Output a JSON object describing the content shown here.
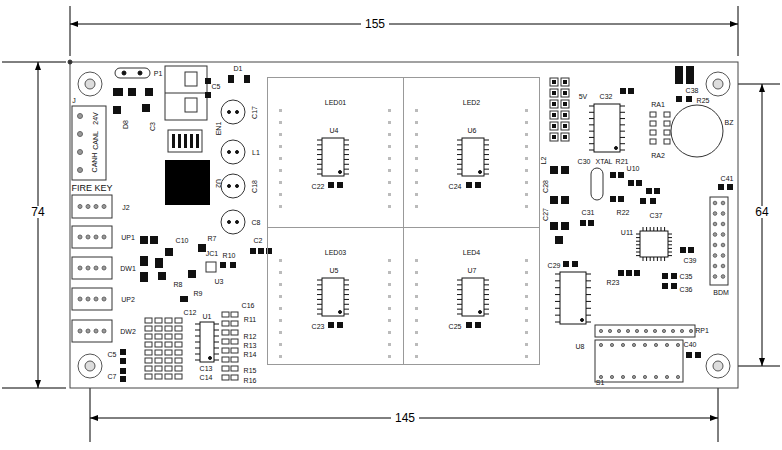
{
  "diagram": {
    "nodes": [
      {
        "text": [
          "LED01"
        ]
      },
      {
        "text": [
          "LED2"
        ]
      },
      {
        "text": [
          "LED03"
        ]
      },
      {
        "text": [
          "LED4"
        ]
      }
    ],
    "labels": [
      "155",
      "74",
      "64",
      "145",
      "J",
      "P1",
      "D1",
      "D8",
      "C5",
      "EN1",
      "C17",
      "L1",
      "C3",
      "24V",
      "CANL",
      "CANH",
      "FIRE KEY",
      "U2",
      "C18",
      "C8",
      "J2",
      "UP1",
      "DW1",
      "UP2",
      "DW2",
      "C10",
      "R7",
      "JC1",
      "R10",
      "C2",
      "R8",
      "R9",
      "U3",
      "C12",
      "U1",
      "C16",
      "R11",
      "R12",
      "R13",
      "R14",
      "R15",
      "R16",
      "C13",
      "C14",
      "C5",
      "C7",
      "U4",
      "U6",
      "U5",
      "U7",
      "C22",
      "C24",
      "C23",
      "C25",
      "5V",
      "C32",
      "RA1",
      "RA2",
      "C38",
      "R25",
      "BZ",
      "C30",
      "XTAL",
      "R21",
      "U10",
      "C31",
      "R22",
      "C37",
      "U11",
      "C41",
      "BDM",
      "C39",
      "R23",
      "C35",
      "C36",
      "C29",
      "U8",
      "RP1",
      "S1",
      "C40",
      "L2",
      "C28",
      "C27"
    ]
  }
}
